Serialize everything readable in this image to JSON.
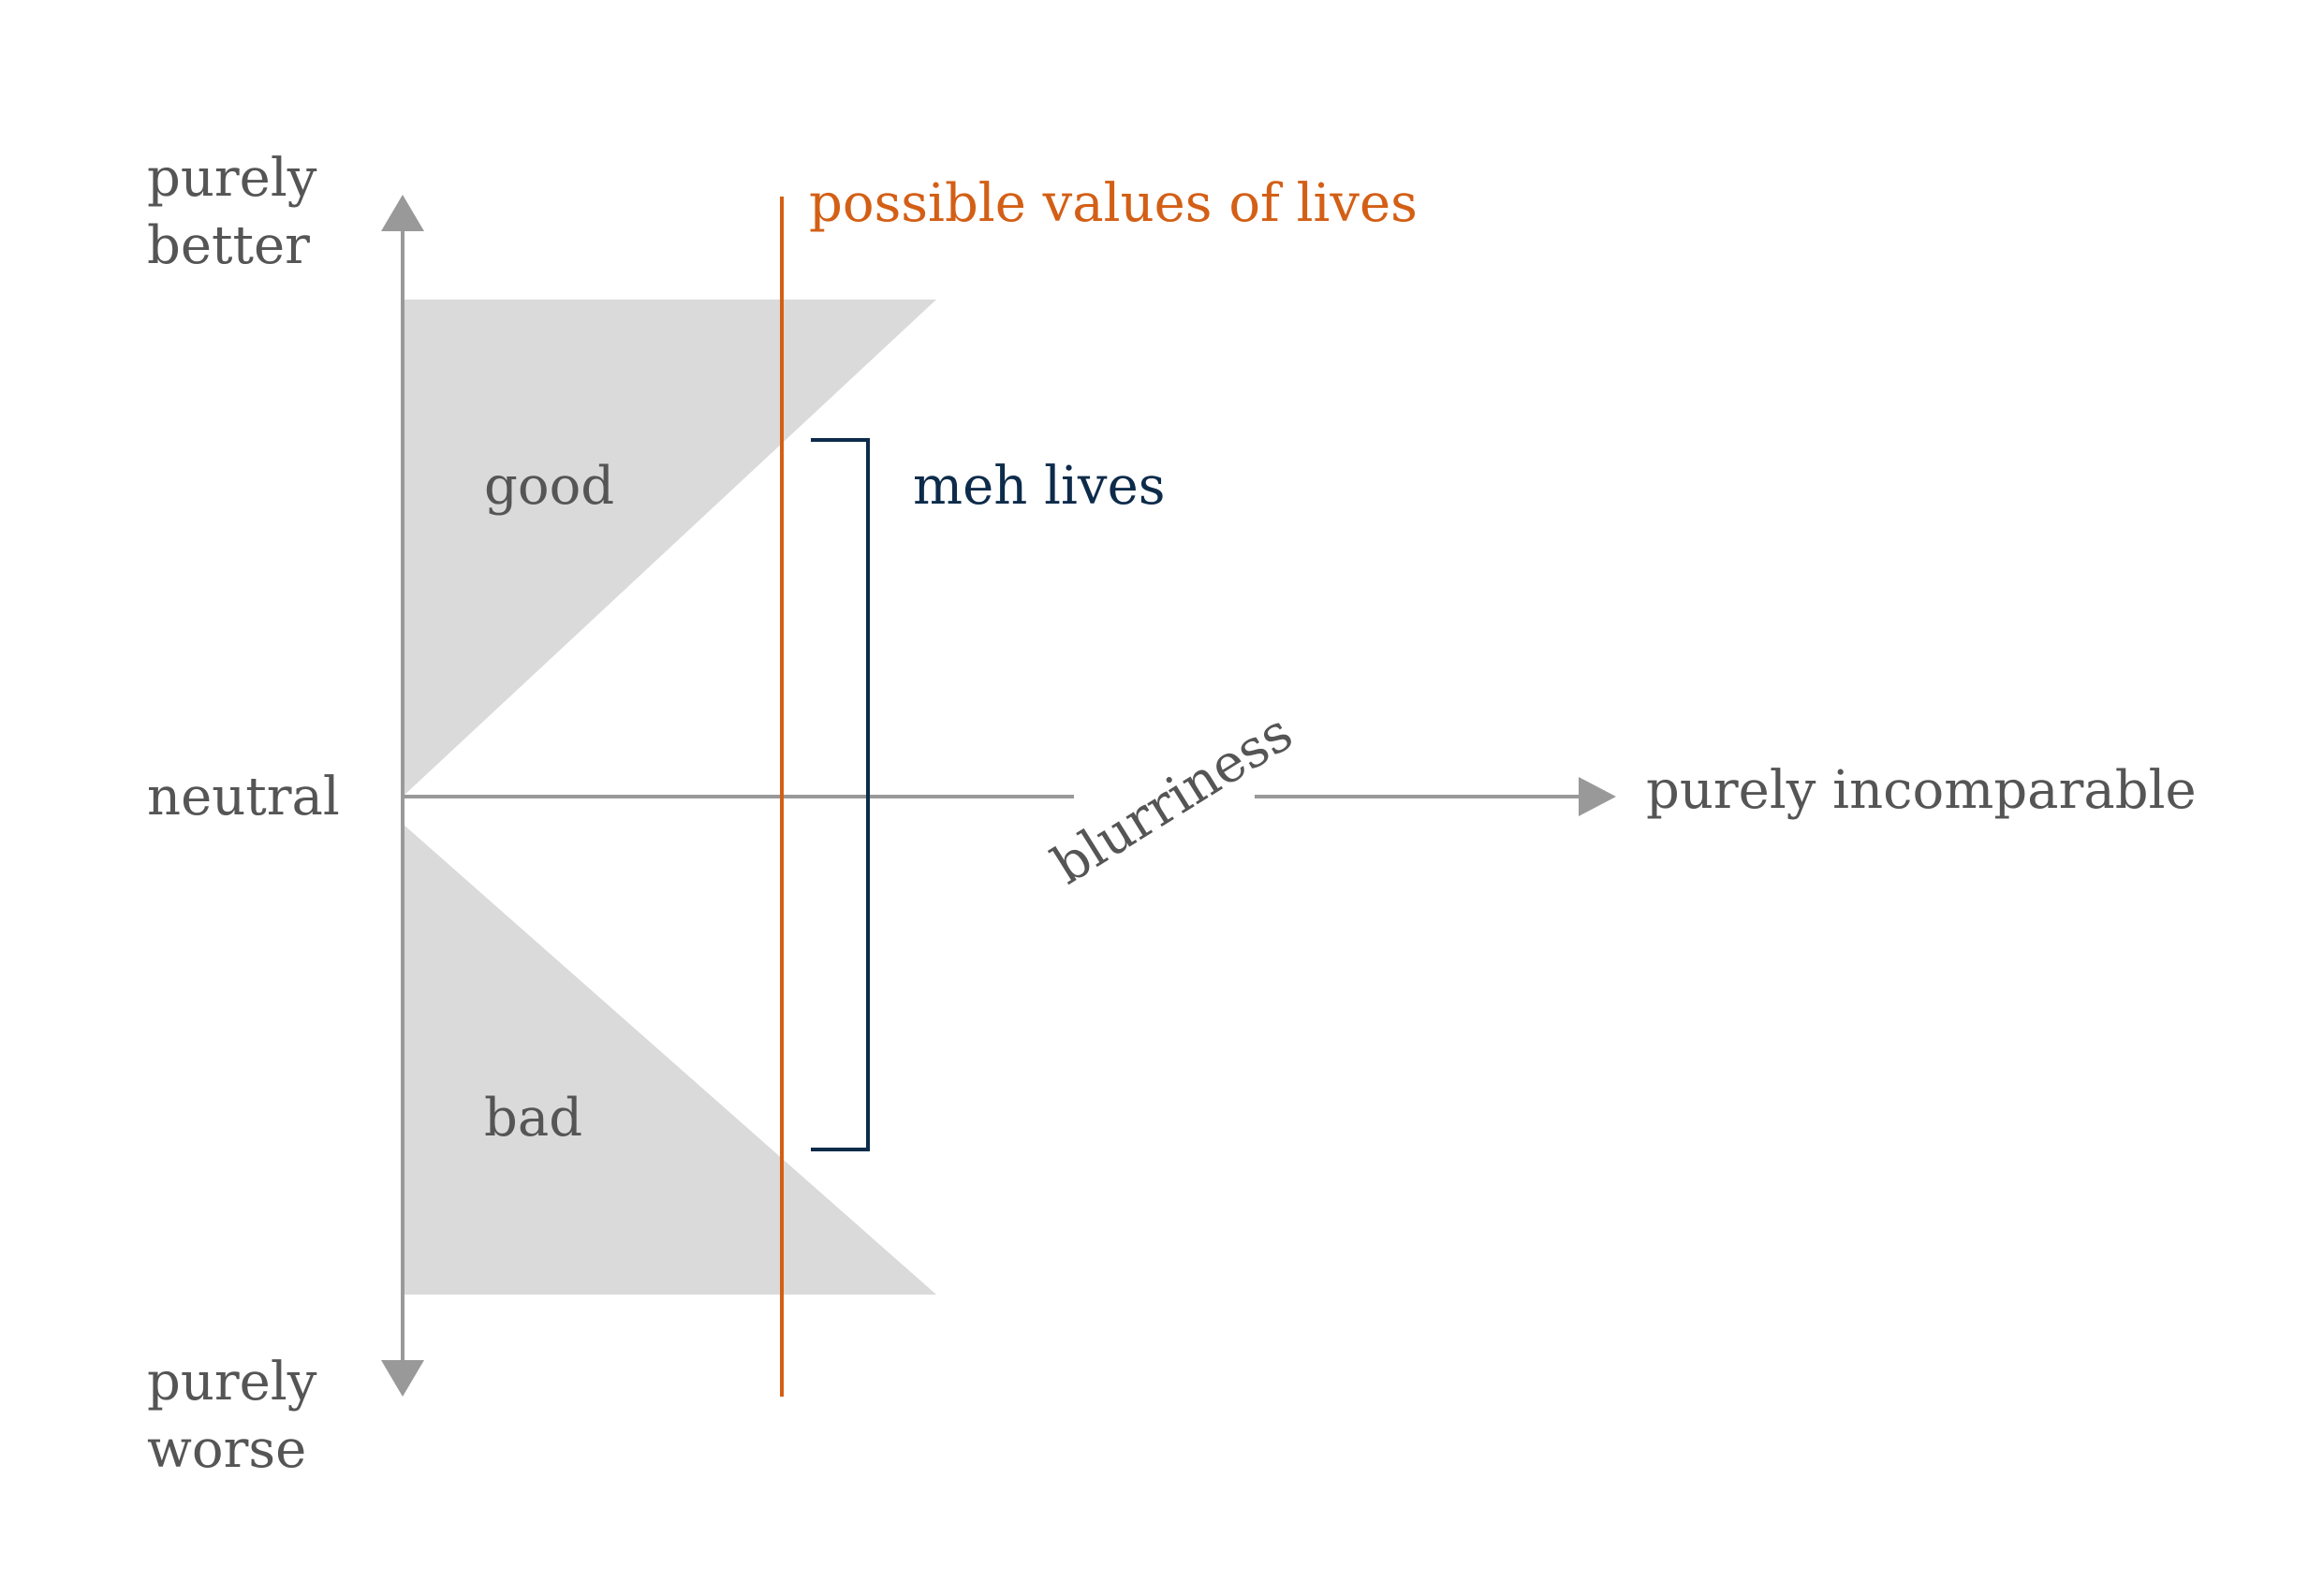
{
  "axis_labels": {
    "top": [
      "purely",
      "better"
    ],
    "middle": "neutral",
    "bottom": [
      "purely",
      "worse"
    ],
    "right": "purely incomparable",
    "horizontal_axis": "blurriness"
  },
  "region_labels": {
    "upper": "good",
    "lower": "bad"
  },
  "annotations": {
    "vertical_line": "possible values of lives",
    "bracket": "meh lives"
  },
  "colors": {
    "axis": "#999999",
    "region_fill": "#dadada",
    "text": "#555555",
    "vertical_line": "#d35f16",
    "bracket": "#0d2b4a"
  }
}
